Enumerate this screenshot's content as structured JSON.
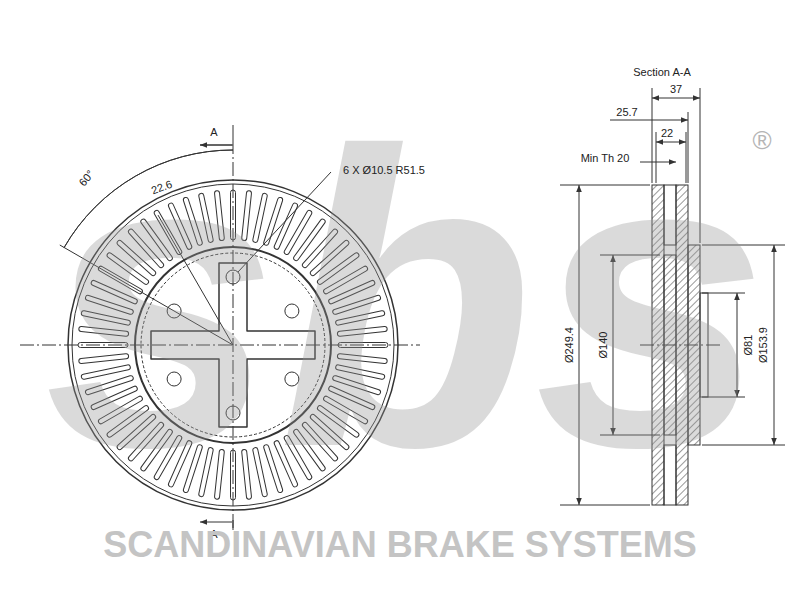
{
  "diagram": {
    "labels": [
      "sbs",
      "®",
      "A",
      "A",
      "60°",
      "22.6",
      "6 X Ø10.5 R51.5",
      "Section A-A",
      "37",
      "25.7",
      "22",
      "Min Th 20",
      "Ø249.4",
      "Ø140",
      "Ø81",
      "Ø153.9",
      "SCANDINAVIAN BRAKE SYSTEMS"
    ]
  }
}
